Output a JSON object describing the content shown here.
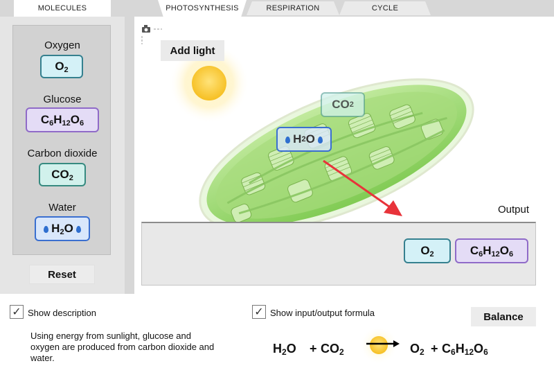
{
  "tabs": [
    {
      "label": "MOLECULES"
    },
    {
      "label": "PHOTOSYNTHESIS"
    },
    {
      "label": "RESPIRATION"
    },
    {
      "label": "CYCLE"
    }
  ],
  "molecules": {
    "oxygen": {
      "name": "Oxygen",
      "formula_base": "O",
      "sub1": "2"
    },
    "glucose": {
      "name": "Glucose",
      "c": "C",
      "c_sub": "6",
      "h": "H",
      "h_sub": "12",
      "o": "O",
      "o_sub": "6"
    },
    "carbon_dioxide": {
      "name": "Carbon dioxide",
      "base": "CO",
      "sub1": "2"
    },
    "water": {
      "name": "Water",
      "h": "H",
      "h_sub": "2",
      "o": "O"
    }
  },
  "reset_label": "Reset",
  "add_light_label": "Add light",
  "scene": {
    "co2_chip": {
      "base": "CO",
      "sub1": "2"
    },
    "h2o_chip": {
      "h": "H",
      "h_sub": "2",
      "o": "O"
    }
  },
  "output": {
    "label": "Output",
    "o2": {
      "base": "O",
      "sub1": "2"
    },
    "glucose": {
      "c": "C",
      "c_sub": "6",
      "h": "H",
      "h_sub": "12",
      "o": "O",
      "o_sub": "6"
    }
  },
  "show_description": {
    "label": "Show description",
    "checked": true
  },
  "description_text": "Using energy from sunlight, glucose and oxygen are produced from carbon dioxide and water.",
  "show_formula": {
    "label": "Show input/output formula",
    "checked": true
  },
  "balance_label": "Balance",
  "formula": {
    "h2o": {
      "h": "H",
      "h_sub": "2",
      "o": "O"
    },
    "plus1": "+",
    "co2": {
      "base": "CO",
      "sub1": "2"
    },
    "o2": {
      "base": "O",
      "sub1": "2"
    },
    "plus2": "+",
    "glu": {
      "c": "C",
      "c_sub": "6",
      "h": "H",
      "h_sub": "12",
      "o": "O",
      "o_sub": "6"
    }
  },
  "colors": {
    "sun": "#f7c531",
    "chloroplast": "#8ed25e",
    "arrow": "#e8333a"
  }
}
